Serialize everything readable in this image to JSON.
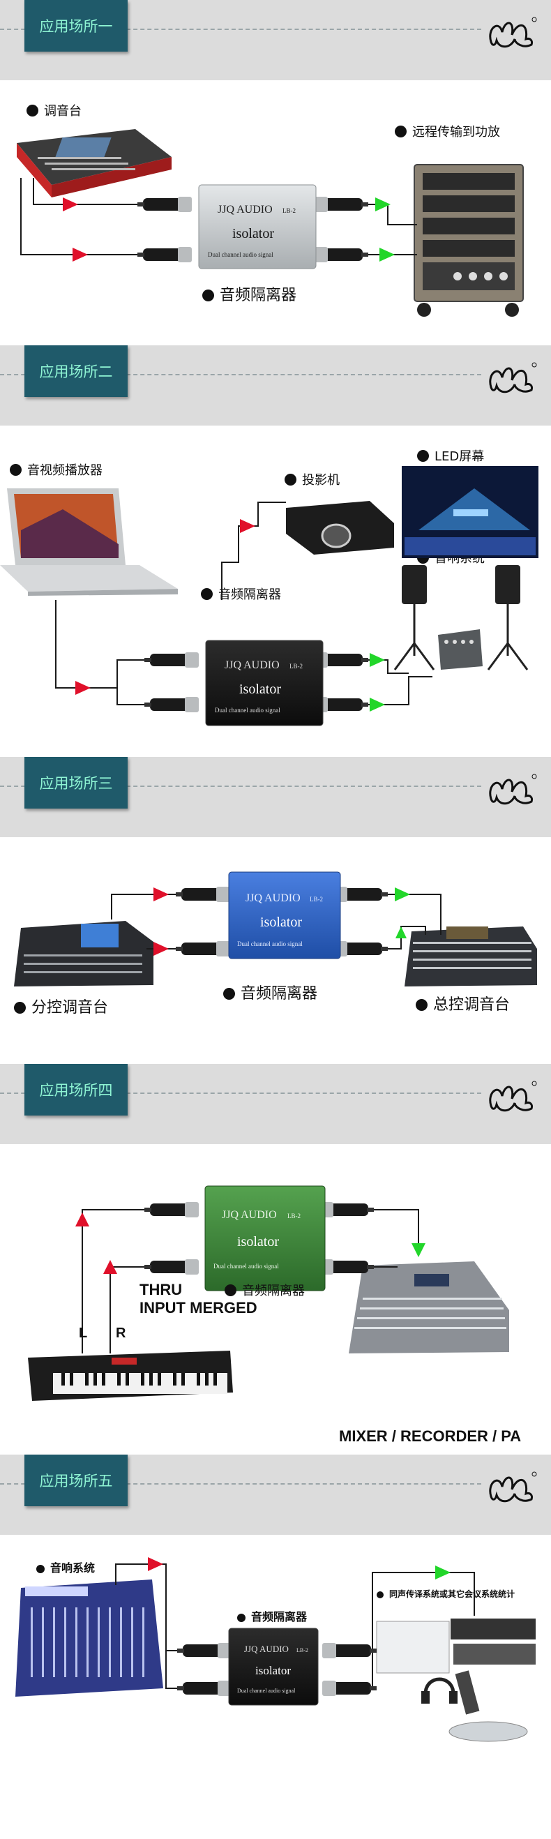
{
  "sections": [
    {
      "tab": "应用场所一",
      "labels": {
        "console": "调音台",
        "remote": "远程传输到功放",
        "isolator": "音频隔离器"
      }
    },
    {
      "tab": "应用场所二",
      "labels": {
        "player": "音视频播放器",
        "projector": "投影机",
        "led": "LED屏幕",
        "speakers": "音响系统",
        "isolator": "音频隔离器"
      }
    },
    {
      "tab": "应用场所三",
      "labels": {
        "sub_console": "分控调音台",
        "isolator": "音频隔离器",
        "main_console": "总控调音台"
      }
    },
    {
      "tab": "应用场所四",
      "labels": {
        "thru": "THRU",
        "input_merged": "INPUT MERGED",
        "l": "L",
        "r": "R",
        "isolator": "音频隔离器",
        "mixer": "MIXER / RECORDER / PA"
      }
    },
    {
      "tab": "应用场所五",
      "labels": {
        "speakers": "音响系统",
        "isolator": "音频隔离器",
        "translation": "同声传译系统或其它会议系统统计"
      }
    }
  ],
  "isolator_box": {
    "brand": "JJQ AUDIO",
    "model": "LB-2",
    "name": "isolator",
    "caption": "Dual channel audio signal"
  },
  "colors": {
    "tab_bg": "#1f5a6a",
    "tab_text": "#8ff5d4",
    "band_bg": "#dcdcdc",
    "arrow_in": "#e0102a",
    "arrow_out": "#22d62a",
    "box_silver": "#c8ccce",
    "box_black": "#1d1d1d",
    "box_blue": "#2f63c9",
    "box_green": "#3f8a3c"
  }
}
